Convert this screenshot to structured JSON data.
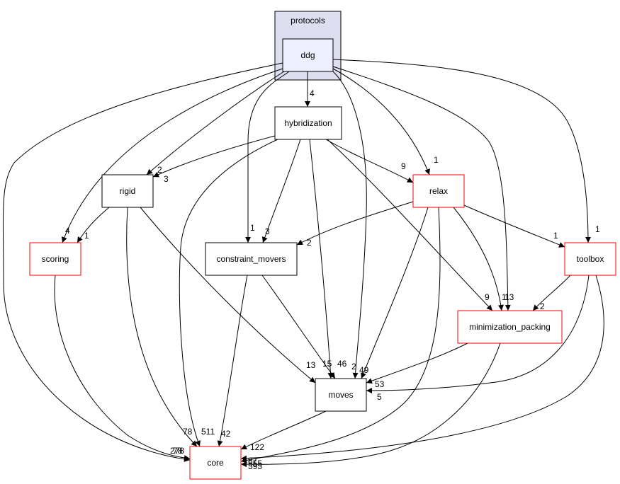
{
  "cluster": {
    "label": "protocols",
    "fill": "#dddff0",
    "stroke": "#000000"
  },
  "colors": {
    "normal_border": "#000000",
    "red_border": "#ff0000",
    "node_fill": "#ffffff",
    "current_fill": "#eeeeff",
    "current_border": "#000000"
  },
  "nodes": [
    {
      "id": "ddg",
      "label": "ddg",
      "style": "current"
    },
    {
      "id": "hybridization",
      "label": "hybridization",
      "style": "normal"
    },
    {
      "id": "rigid",
      "label": "rigid",
      "style": "normal"
    },
    {
      "id": "relax",
      "label": "relax",
      "style": "red"
    },
    {
      "id": "scoring",
      "label": "scoring",
      "style": "red"
    },
    {
      "id": "constraint_movers",
      "label": "constraint_movers",
      "style": "normal"
    },
    {
      "id": "toolbox",
      "label": "toolbox",
      "style": "red"
    },
    {
      "id": "minimization_packing",
      "label": "minimization_packing",
      "style": "red"
    },
    {
      "id": "moves",
      "label": "moves",
      "style": "normal"
    },
    {
      "id": "core",
      "label": "core",
      "style": "red"
    }
  ],
  "edges": [
    {
      "id": "ddg-hybridization",
      "from": "ddg",
      "to": "hybridization",
      "label": "4"
    },
    {
      "id": "ddg-rigid",
      "from": "ddg",
      "to": "rigid",
      "label": "2"
    },
    {
      "id": "ddg-scoring",
      "from": "ddg",
      "to": "scoring",
      "label": "4"
    },
    {
      "id": "ddg-constraint_movers",
      "from": "ddg",
      "to": "constraint_movers",
      "label": "1"
    },
    {
      "id": "ddg-relax",
      "from": "ddg",
      "to": "relax",
      "label": "1"
    },
    {
      "id": "ddg-toolbox",
      "from": "ddg",
      "to": "toolbox",
      "label": "1"
    },
    {
      "id": "ddg-minimization_packing",
      "from": "ddg",
      "to": "minimization_packing",
      "label": "1"
    },
    {
      "id": "ddg-moves",
      "from": "ddg",
      "to": "moves",
      "label": "2"
    },
    {
      "id": "ddg-core",
      "from": "ddg",
      "to": "core",
      "label": "278"
    },
    {
      "id": "hybridization-rigid",
      "from": "hybridization",
      "to": "rigid",
      "label": "3"
    },
    {
      "id": "hybridization-relax",
      "from": "hybridization",
      "to": "relax",
      "label": "9"
    },
    {
      "id": "hybridization-constraint_movers",
      "from": "hybridization",
      "to": "constraint_movers",
      "label": "3"
    },
    {
      "id": "hybridization-minimization_packing",
      "from": "hybridization",
      "to": "minimization_packing",
      "label": "9"
    },
    {
      "id": "hybridization-moves",
      "from": "hybridization",
      "to": "moves",
      "label": "46"
    },
    {
      "id": "hybridization-core",
      "from": "hybridization",
      "to": "core",
      "label": "511"
    },
    {
      "id": "rigid-scoring",
      "from": "rigid",
      "to": "scoring",
      "label": "1"
    },
    {
      "id": "rigid-moves",
      "from": "rigid",
      "to": "moves",
      "label": "13"
    },
    {
      "id": "rigid-core",
      "from": "rigid",
      "to": "core",
      "label": "78"
    },
    {
      "id": "relax-constraint_movers",
      "from": "relax",
      "to": "constraint_movers",
      "label": "2"
    },
    {
      "id": "relax-toolbox",
      "from": "relax",
      "to": "toolbox",
      "label": "1"
    },
    {
      "id": "relax-minimization_packing",
      "from": "relax",
      "to": "minimization_packing",
      "label": "13"
    },
    {
      "id": "relax-moves",
      "from": "relax",
      "to": "moves",
      "label": "49"
    },
    {
      "id": "relax-core",
      "from": "relax",
      "to": "core",
      "label": "393"
    },
    {
      "id": "scoring-core",
      "from": "scoring",
      "to": "core",
      "label": "78"
    },
    {
      "id": "constraint_movers-moves",
      "from": "constraint_movers",
      "to": "moves",
      "label": "15"
    },
    {
      "id": "constraint_movers-core",
      "from": "constraint_movers",
      "to": "core",
      "label": "42"
    },
    {
      "id": "toolbox-minimization_packing",
      "from": "toolbox",
      "to": "minimization_packing",
      "label": "2"
    },
    {
      "id": "toolbox-moves",
      "from": "toolbox",
      "to": "moves",
      "label": "5"
    },
    {
      "id": "toolbox-core",
      "from": "toolbox",
      "to": "core",
      "label": "87"
    },
    {
      "id": "minimization_packing-moves",
      "from": "minimization_packing",
      "to": "moves",
      "label": "53"
    },
    {
      "id": "minimization_packing-core",
      "from": "minimization_packing",
      "to": "core",
      "label": "555"
    },
    {
      "id": "moves-core",
      "from": "moves",
      "to": "core",
      "label": "122"
    }
  ]
}
